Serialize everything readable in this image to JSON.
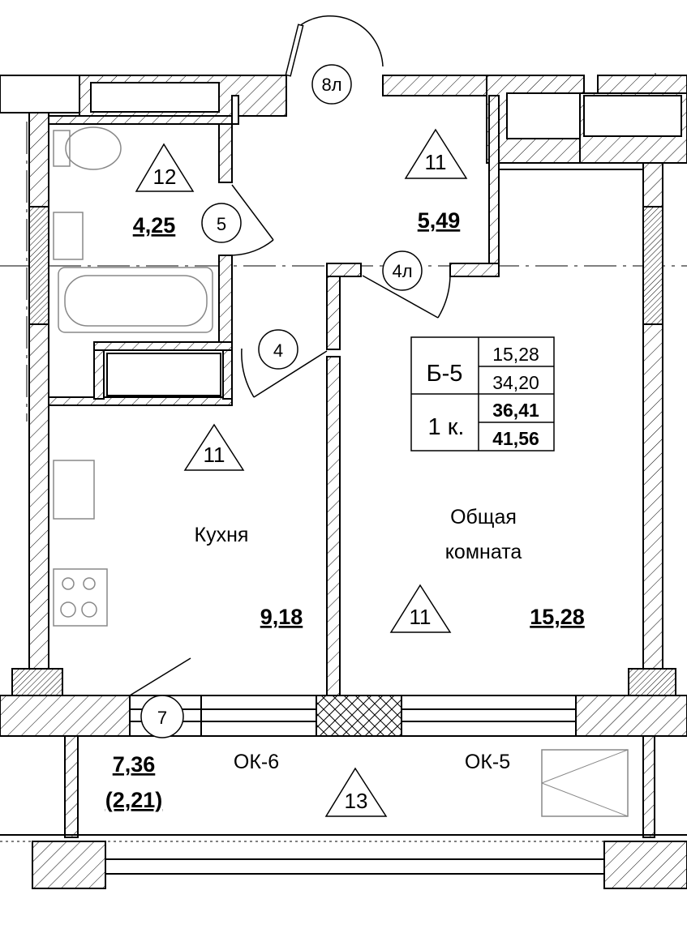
{
  "rooms": {
    "bathroom_area": "4,25",
    "hall_area": "5,49",
    "kitchen_name": "Кухня",
    "kitchen_area": "9,18",
    "living_name_line1": "Общая",
    "living_name_line2": "комната",
    "living_area": "15,28",
    "balcony_area": "7,36",
    "balcony_area_reduced": "(2,21)"
  },
  "finish_marks": {
    "bathroom": "12",
    "hall": "11",
    "kitchen": "11",
    "living": "11",
    "balcony": "13"
  },
  "door_marks": {
    "entry": "8л",
    "bathroom": "5",
    "living": "4л",
    "kitchen": "4",
    "balcony": "7"
  },
  "windows": {
    "kitchen": "ОК-6",
    "living": "ОК-5"
  },
  "apartment_table": {
    "type": "Б-5",
    "rooms": "1 к.",
    "living_area": "15,28",
    "area_2": "34,20",
    "area_3": "36,41",
    "area_4": "41,56"
  }
}
